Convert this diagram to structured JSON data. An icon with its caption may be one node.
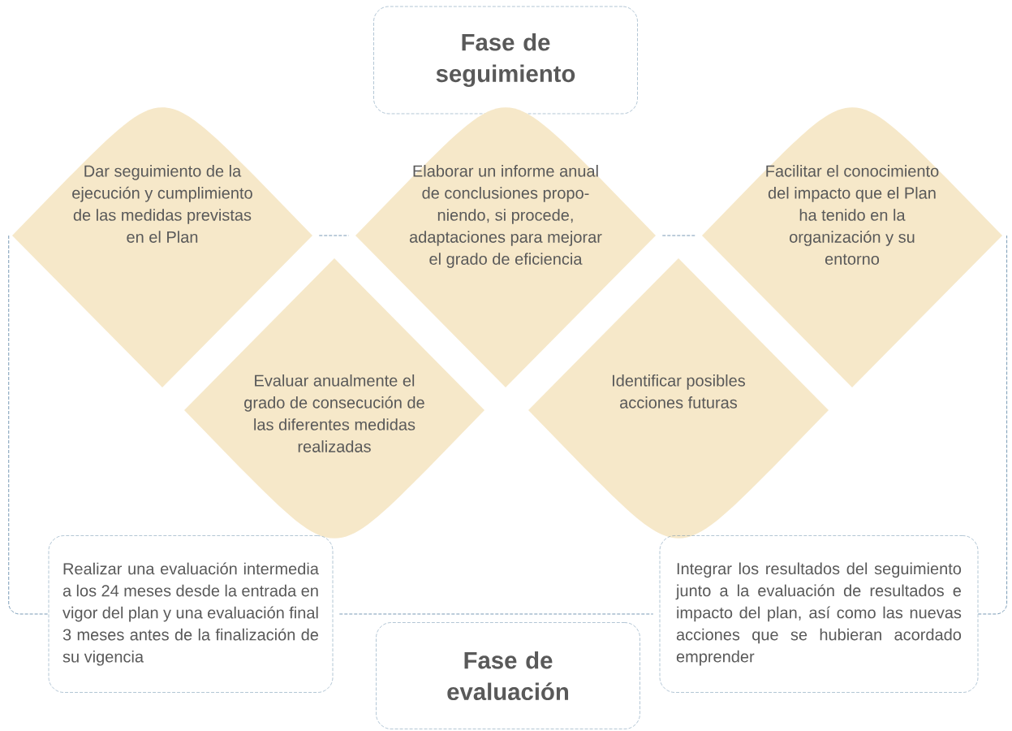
{
  "diagram": {
    "nodes": [
      {
        "text": [
          "Fase de seguimiento"
        ]
      },
      {
        "text": [
          "Dar seguimiento de la ejecución y cumplimiento de las medidas previstas en el Plan"
        ]
      },
      {
        "text": [
          "Elaborar un informe anual de conclusiones propo- niendo, si procede, adaptaciones para mejorar el grado de eficiencia"
        ]
      },
      {
        "text": [
          "Facilitar el conocimiento del impacto que el Plan ha tenido en la organización y su entorno"
        ]
      },
      {
        "text": [
          "Evaluar anualmente el grado de consecución de las diferentes medidas realizadas"
        ]
      },
      {
        "text": [
          "Identificar posibles acciones futuras"
        ]
      },
      {
        "text": [
          "Realizar una evaluación intermedia a los 24 meses desde la entrada en vigor del plan y una evaluación final 3 meses antes de la finalización de su vigencia"
        ]
      },
      {
        "text": [
          "Fase de evaluación"
        ]
      },
      {
        "text": [
          "Integrar los resultados del seguimiento junto a la evaluación de resultados e impacto del plan, así como las nuevas acciones que se hubieran acordado emprender"
        ]
      }
    ],
    "edges": [
      {
        "from": 1,
        "to": 2,
        "arrow": "none",
        "style": "dashed"
      },
      {
        "from": 2,
        "to": 3,
        "arrow": "none",
        "style": "dashed"
      },
      {
        "from": 1,
        "to": 6,
        "arrow": "none",
        "style": "dashed"
      },
      {
        "from": 6,
        "to": 8,
        "arrow": "none",
        "style": "dashed"
      },
      {
        "from": 8,
        "to": 3,
        "arrow": "none",
        "style": "dashed"
      }
    ]
  }
}
